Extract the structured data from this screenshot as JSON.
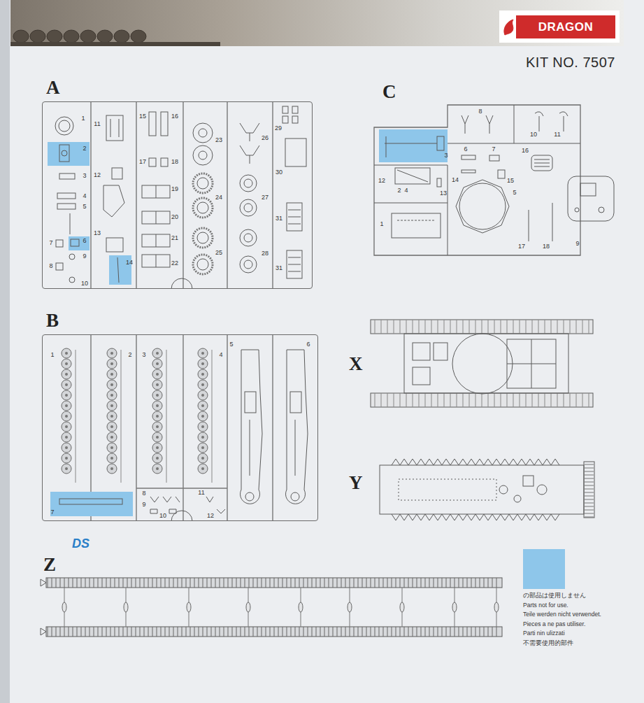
{
  "diagram": {
    "nodes": [
      {
        "text": [
          "A"
        ]
      },
      {
        "text": [
          "C"
        ]
      },
      {
        "text": [
          "B"
        ]
      },
      {
        "text": [
          "X"
        ]
      },
      {
        "text": [
          "Y"
        ]
      },
      {
        "text": [
          "Z"
        ]
      }
    ],
    "labels": [
      "DRAGON",
      "KIT NO. 7507",
      "1",
      "2",
      "3",
      "4",
      "5",
      "6",
      "7",
      "8",
      "9",
      "10",
      "11",
      "12",
      "13",
      "14",
      "15",
      "16",
      "17",
      "18",
      "19",
      "20",
      "21",
      "22",
      "23",
      "24",
      "25",
      "26",
      "27",
      "28",
      "29",
      "30",
      "31",
      "31",
      "8",
      "10",
      "11",
      "3",
      "6",
      "7",
      "16",
      "12",
      "2",
      "4",
      "13",
      "14",
      "15",
      "5",
      "1",
      "17",
      "18",
      "9",
      "1",
      "2",
      "3",
      "4",
      "5",
      "6",
      "7",
      "8",
      "9",
      "10",
      "11",
      "12",
      "DS",
      "Parts not for use.",
      "Teile werden nicht verwendet.",
      "Pieces a ne pas utiliser.",
      "Parti nin ulizzati",
      "不需要使用的部件"
    ],
    "legend": [
      {
        "text": "の部品は使用しません",
        "color": "#8ec6ea"
      }
    ]
  }
}
